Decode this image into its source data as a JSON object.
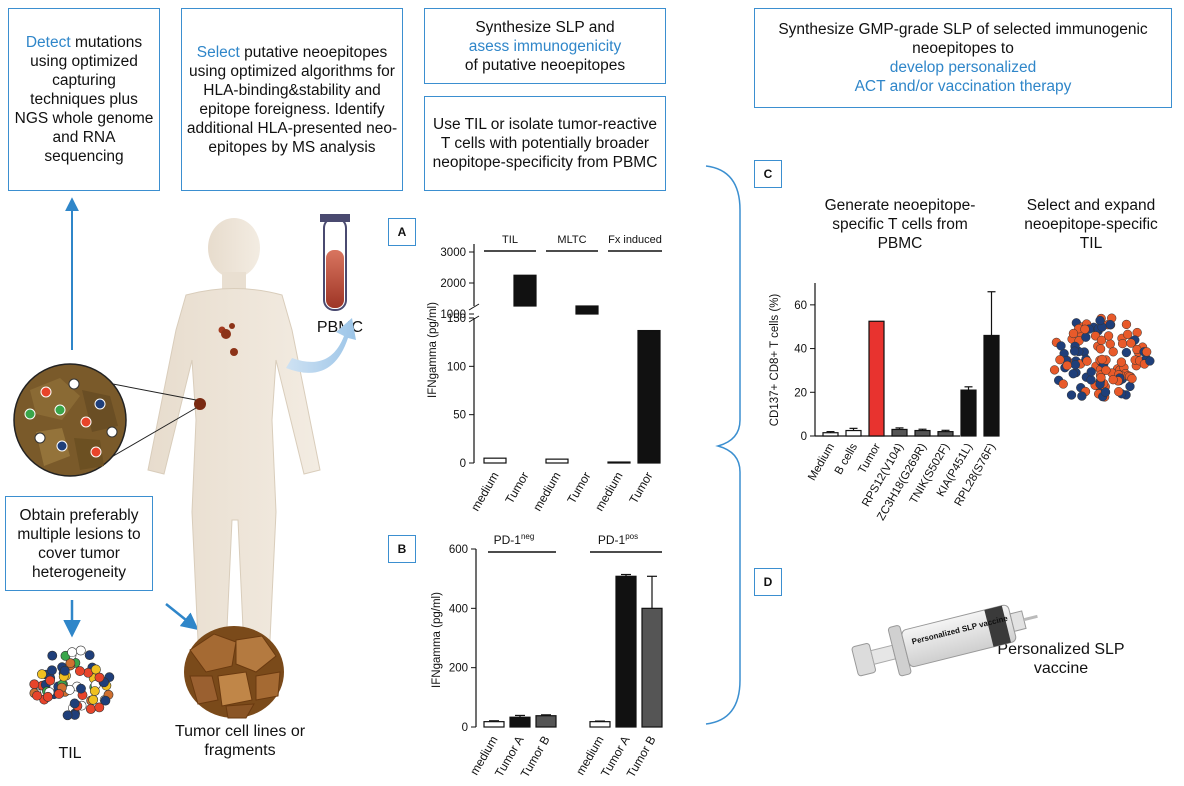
{
  "boxes": {
    "detect": {
      "highlight": "Detect",
      "rest": " mutations using optimized capturing techniques plus NGS whole genome and RNA sequencing"
    },
    "select": {
      "highlight": "Select",
      "rest": " putative neoepitopes using optimized algorithms for HLA-binding&stability and epitope foreigness. Identify additional HLA-presented neo-epitopes by MS analysis"
    },
    "synth": {
      "line1": "Synthesize SLP and",
      "highlight": "asess immunogenicity",
      "line3": "of putative neoepitopes"
    },
    "til": {
      "text": "Use TIL or isolate tumor-reactive T cells with potentially broader neopitope-specificity from PBMC"
    },
    "gmp": {
      "line1": "Synthesize GMP-grade SLP of selected immunogenic neoepitopes to",
      "highlight1": "develop personalized",
      "highlight2": "ACT and/or vaccination therapy"
    },
    "obtain": {
      "text": "Obtain preferably multiple lesions to cover tumor heterogeneity"
    }
  },
  "labels": {
    "pbmc": "PBMC",
    "til": "TIL",
    "tumor_lines": "Tumor cell lines or fragments",
    "gen_neo": "Generate neoepitope-specific T cells from PBMC",
    "select_expand": "Select and expand neoepitope-specific TIL",
    "vaccine": "Personalized SLP vaccine",
    "syringe_text": "Personalized SLP vaccine",
    "panel_a": "A",
    "panel_b": "B",
    "panel_c": "C",
    "panel_d": "D"
  },
  "chart_data": [
    {
      "type": "bar",
      "panel": "A",
      "ylabel": "IFNgamma (pg/ml)",
      "group_labels": [
        "TIL",
        "MLTC",
        "Fx induced"
      ],
      "categories": [
        "medium",
        "Tumor",
        "medium",
        "Tumor",
        "medium",
        "Tumor"
      ],
      "values": [
        5,
        2250,
        4,
        1000,
        1,
        137
      ],
      "colors": [
        "#ffffff",
        "#111111",
        "#ffffff",
        "#111111",
        "#ffffff",
        "#111111"
      ],
      "broken_axis": true,
      "lower_ticks": [
        0,
        50,
        100,
        150
      ],
      "upper_ticks": [
        1000,
        2000,
        3000
      ],
      "upper_tick_labels": [
        "1000",
        "2000",
        "3000"
      ],
      "lower_tick_labels": [
        "0",
        "50",
        "100",
        "150"
      ]
    },
    {
      "type": "bar",
      "panel": "B",
      "ylabel": "IFNgamma (pg/ml)",
      "group_labels": [
        {
          "base": "PD-1",
          "sup": "neg"
        },
        {
          "base": "PD-1",
          "sup": "pos"
        }
      ],
      "categories": [
        "medium",
        "Tumor A",
        "Tumor B",
        "medium",
        "Tumor A",
        "Tumor B"
      ],
      "values": [
        18,
        33,
        38,
        18,
        508,
        400
      ],
      "errors": [
        3,
        6,
        3,
        2,
        6,
        108
      ],
      "colors": [
        "#ffffff",
        "#111111",
        "#555555",
        "#ffffff",
        "#111111",
        "#555555"
      ],
      "ylim": [
        0,
        600
      ],
      "ticks": [
        0,
        200,
        400,
        600
      ],
      "tick_labels": [
        "0",
        "200",
        "400",
        "600"
      ]
    },
    {
      "type": "bar",
      "panel": "C",
      "ylabel": "CD137+ CD8+ T cells (%)",
      "categories": [
        "Medium",
        "B cells",
        "Tumor",
        "RPS12(V104)",
        "ZC3H18(G269R)",
        "TNIK(S502F)",
        "KIA(P451L)",
        "RPL28(S76F)"
      ],
      "values": [
        1.5,
        2.5,
        52.5,
        3,
        2.5,
        2,
        21,
        46
      ],
      "errors": [
        0.5,
        1,
        0,
        0.7,
        0.6,
        0.6,
        1.5,
        20
      ],
      "colors": [
        "#ffffff",
        "#ffffff",
        "#e8332f",
        "#555555",
        "#555555",
        "#555555",
        "#111111",
        "#111111"
      ],
      "ylim": [
        0,
        70
      ],
      "ticks": [
        0,
        20,
        40,
        60
      ],
      "tick_labels": [
        "0",
        "20",
        "40",
        "60"
      ]
    }
  ]
}
